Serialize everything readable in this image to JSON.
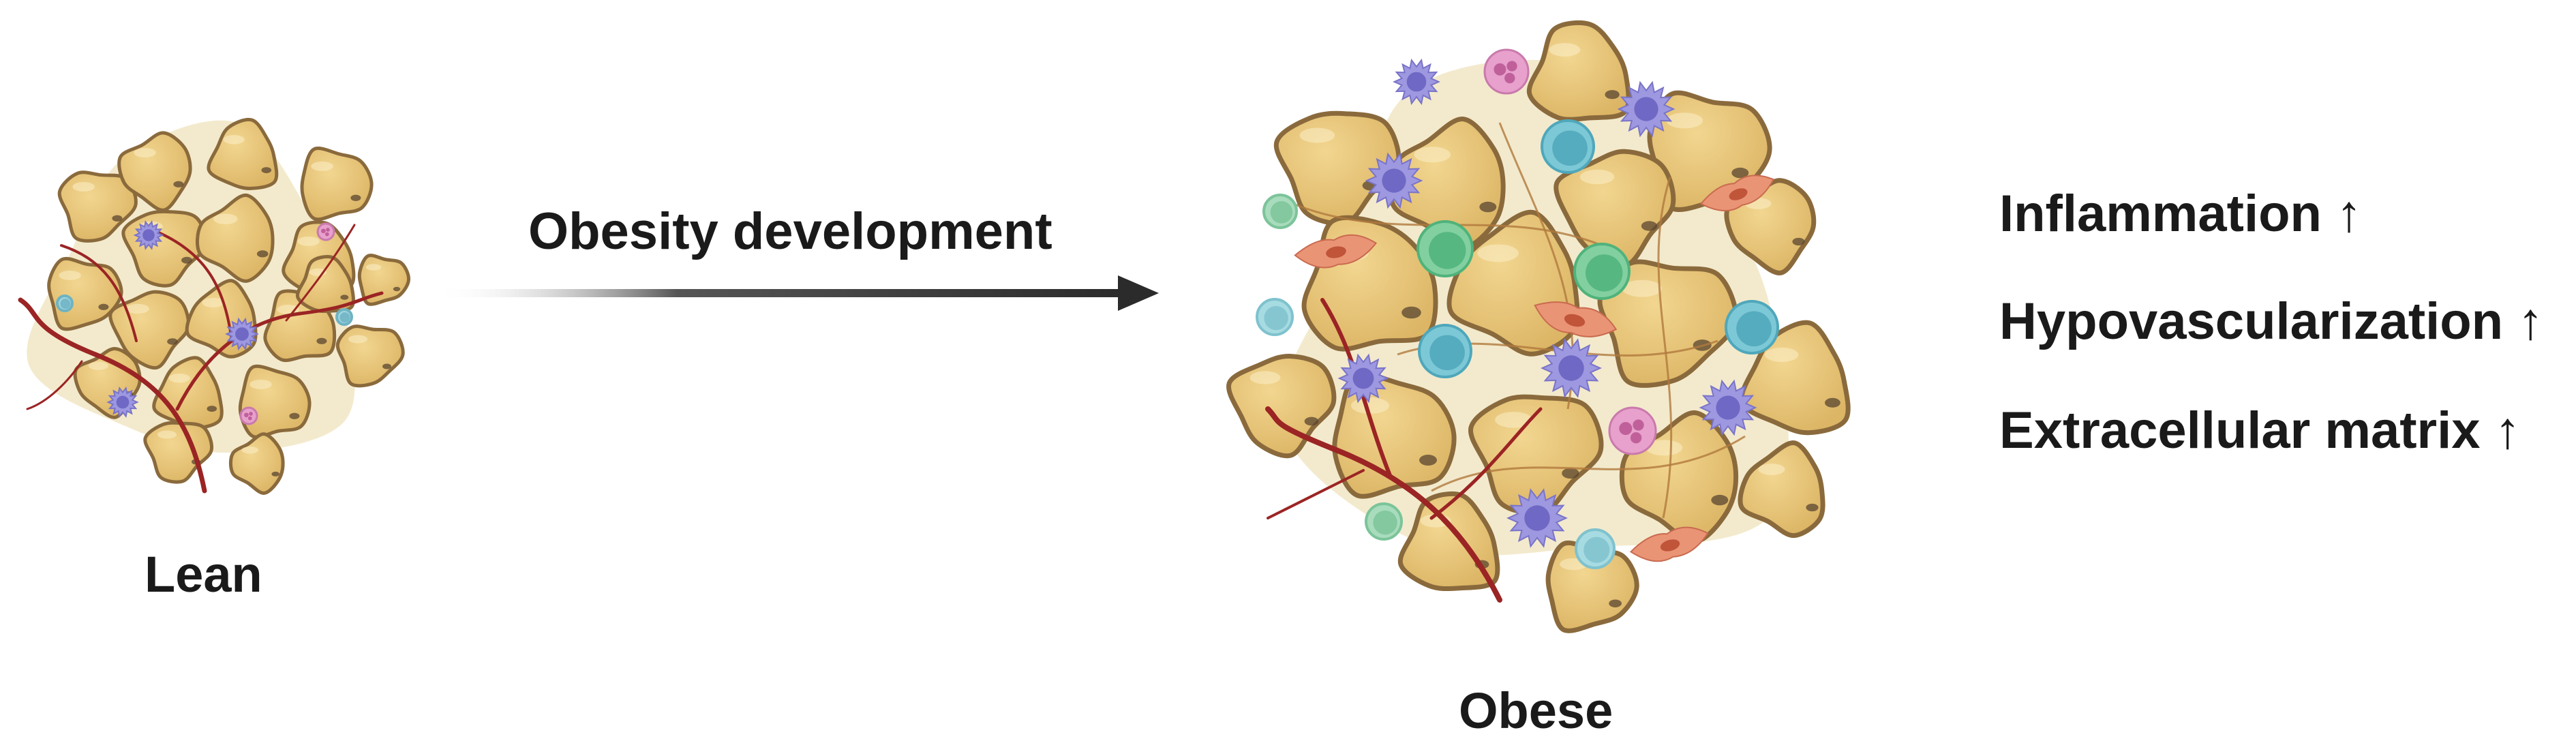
{
  "labels": {
    "lean": "Lean",
    "obese": "Obese",
    "transition": "Obesity development"
  },
  "effects": [
    "Inflammation ↑",
    "Hypovascularization ↑",
    "Extracellular matrix ↑"
  ],
  "colors": {
    "adipocyte_fill": "#e4c275",
    "adipocyte_stroke": "#8a6a3c",
    "halo": "#f1e6c4",
    "vessel": "#9b2424",
    "macrophage": "#9d98e0",
    "t_cell": "#7cc8d6",
    "b_cell": "#82cfa0",
    "neutrophil": "#e8a0cc",
    "fibroblast": "#ea9476",
    "arrow": "#2b2b2b"
  }
}
